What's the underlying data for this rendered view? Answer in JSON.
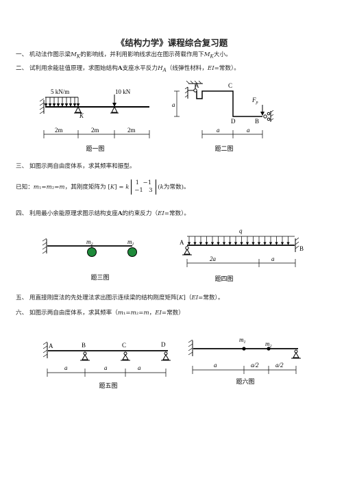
{
  "title": "《结构力学》课程综合复习题",
  "questions": {
    "q1": "一、 机动法作图示梁M_K的影响线，并利用影响线求出在图示荷载作用下M_K大小。",
    "q2": "二、 试利用余能驻值原理，求图始结构A支座水平反力H_A（线弹性材料，EI=常数）。",
    "q3": "三、 如图示两自由度体系，求其频率和振型。",
    "q3_known": "已知：m1=m2=m，其刚度矩阵为[K] = k [1 −1; −1 3] (k为常数)。",
    "q4": "四、 利用最小余能原理求图示结构支座A的约束反力（EI=常数）。",
    "q5": "五、 用直接刚度法的先处理法求出图示连续梁的结构刚度矩阵[K]（EI=常数）。",
    "q6": "六、 如图示两自由度体系，求其频率（m1=m2=m，EI=常数）"
  },
  "figures": {
    "fig1": {
      "caption": "题一图",
      "load_dist": "5 kN/m",
      "load_point": "10 kN",
      "point_label": "K",
      "spans": [
        "2m",
        "2m",
        "2m"
      ]
    },
    "fig2": {
      "caption": "题二图",
      "labels": [
        "A",
        "C",
        "D",
        "B"
      ],
      "force": "F_p",
      "dims": [
        "a",
        "a",
        "a"
      ]
    },
    "fig3": {
      "caption": "题三图",
      "masses": [
        "m2",
        "m1"
      ]
    },
    "fig4": {
      "caption": "题四图",
      "load": "q",
      "labels": [
        "A",
        "B"
      ],
      "spans": [
        "2a",
        "a"
      ]
    },
    "fig5": {
      "caption": "题五图",
      "labels": [
        "A",
        "B",
        "C",
        "D"
      ],
      "spans": [
        "a",
        "a",
        "a"
      ]
    },
    "fig6": {
      "caption": "题六图",
      "masses": [
        "m1",
        "m2"
      ],
      "spans": [
        "a",
        "a/2",
        "a/2"
      ]
    }
  },
  "colors": {
    "mass_fill": "#1e8a3a",
    "line": "#000000"
  }
}
